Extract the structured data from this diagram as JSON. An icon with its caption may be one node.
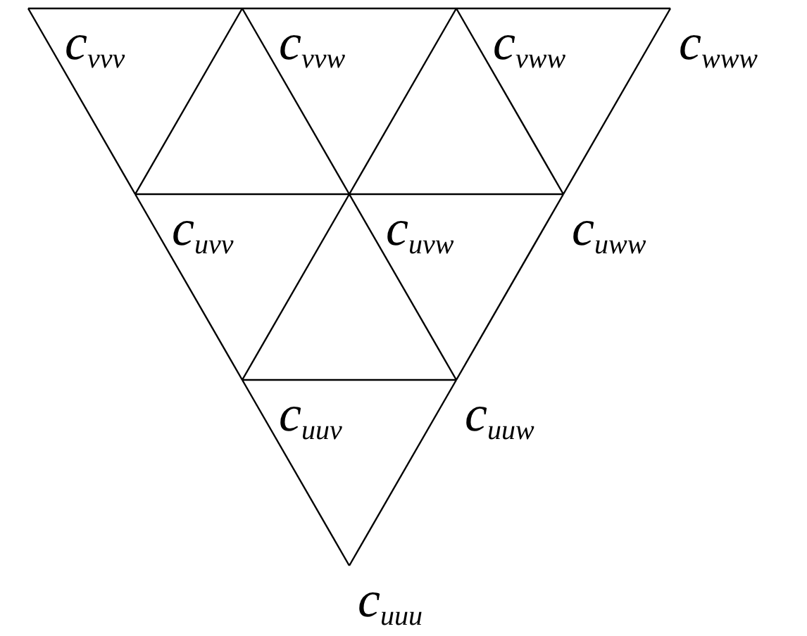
{
  "diagram": {
    "nodes": [
      {
        "text": [
          "c$_{vvv}$"
        ]
      },
      {
        "text": [
          "c$_{vvw}$"
        ]
      },
      {
        "text": [
          "c$_{vww}$"
        ]
      },
      {
        "text": [
          "c$_{www}$"
        ]
      },
      {
        "text": [
          "c$_{uvv}$"
        ]
      },
      {
        "text": [
          "c$_{uvw}$"
        ]
      },
      {
        "text": [
          "c$_{uww}$"
        ]
      },
      {
        "text": [
          "c$_{uuv}$"
        ]
      },
      {
        "text": [
          "c$_{uuw}$"
        ]
      },
      {
        "text": [
          "c$_{uuu}$"
        ]
      }
    ],
    "edges": [
      {
        "from": 0,
        "to": 1,
        "arrow": "none"
      },
      {
        "from": 1,
        "to": 2,
        "arrow": "none"
      },
      {
        "from": 2,
        "to": 3,
        "arrow": "none"
      },
      {
        "from": 4,
        "to": 5,
        "arrow": "none"
      },
      {
        "from": 5,
        "to": 6,
        "arrow": "none"
      },
      {
        "from": 7,
        "to": 8,
        "arrow": "none"
      },
      {
        "from": 0,
        "to": 4,
        "arrow": "none"
      },
      {
        "from": 4,
        "to": 7,
        "arrow": "none"
      },
      {
        "from": 7,
        "to": 9,
        "arrow": "none"
      },
      {
        "from": 3,
        "to": 6,
        "arrow": "none"
      },
      {
        "from": 6,
        "to": 8,
        "arrow": "none"
      },
      {
        "from": 8,
        "to": 9,
        "arrow": "none"
      },
      {
        "from": 1,
        "to": 4,
        "arrow": "none"
      },
      {
        "from": 1,
        "to": 5,
        "arrow": "none"
      },
      {
        "from": 2,
        "to": 5,
        "arrow": "none"
      },
      {
        "from": 2,
        "to": 6,
        "arrow": "none"
      },
      {
        "from": 5,
        "to": 7,
        "arrow": "none"
      },
      {
        "from": 5,
        "to": 8,
        "arrow": "none"
      }
    ]
  }
}
